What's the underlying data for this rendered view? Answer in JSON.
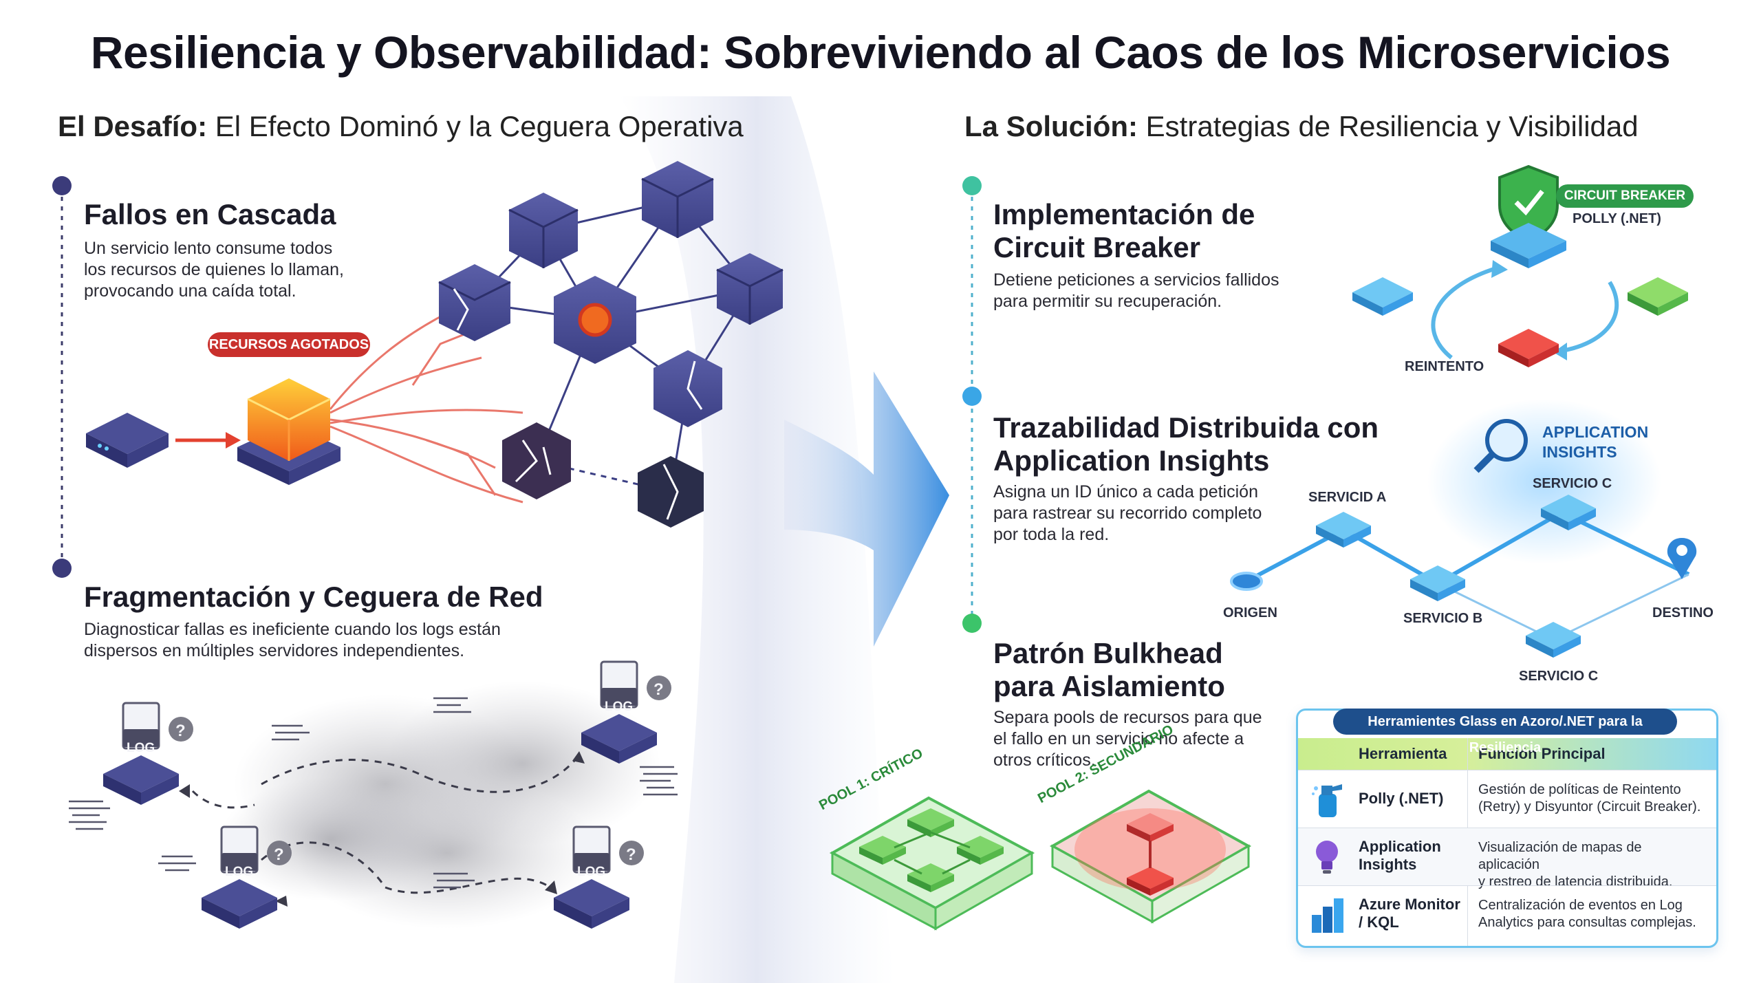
{
  "title": "Resiliencia y Observabilidad: Sobreviviendo al Caos de los Microservicios",
  "challenge": {
    "heading_bold": "El Desafío:",
    "heading_rest": " El Efecto Dominó y la Ceguera Operativa",
    "sections": [
      {
        "title": "Fallos en Cascada",
        "desc": [
          "Un servicio lento consume todos",
          "los recursos de quienes lo llaman,",
          "provocando una caída total."
        ]
      },
      {
        "title": "Fragmentación y Ceguera de Red",
        "desc": [
          "Diagnosticar fallas es ineficiente cuando los logs están",
          "dispersos en múltiples servidores independientes."
        ]
      }
    ],
    "resource_badge": "RECURSOS AGOTADOS",
    "log_label": "LOG",
    "question_mark": "?"
  },
  "solution": {
    "heading_bold": "La Solución:",
    "heading_rest": " Estrategias de Resiliencia y Visibilidad",
    "sections": [
      {
        "title": [
          "Implementación de",
          "Circuit Breaker"
        ],
        "desc": [
          "Detiene peticiones a servicios fallidos",
          "para permitir su recuperación."
        ]
      },
      {
        "title": [
          "Trazabilidad Distribuida con",
          "Application Insights"
        ],
        "desc": [
          "Asigna un ID único a cada petición",
          "para rastrear su recorrido completo",
          "por toda la red."
        ]
      },
      {
        "title": [
          "Patrón Bulkhead",
          "para Aislamiento"
        ],
        "desc": [
          "Separa pools de recursos para que",
          "el fallo en un servicio no afecte a",
          "otros críticos."
        ]
      }
    ],
    "circuit": {
      "badge": "CIRCUIT BREAKER",
      "lib": "POLLY (.NET)",
      "retry": "REINTENTO"
    },
    "trace": {
      "brand": [
        "APPLICATION",
        "INSIGHTS"
      ],
      "nodes": {
        "origin": "ORIGEN",
        "a": "SERVICID A",
        "b": "SERVICIO B",
        "c_top": "SERVICIO C",
        "c_bottom": "SERVICIO C",
        "dest": "DESTINO"
      }
    },
    "pools": {
      "pool1": "POOL 1: CRÍTICO",
      "pool2": "POOL 2: SECUNDARIO"
    },
    "table": {
      "caption": "Herramientes Glass en Azoro/.NET para la Resiliencia",
      "headers": [
        "Herramienta",
        "Función Principal"
      ],
      "rows": [
        {
          "icon": "spray-bottle-icon",
          "name": [
            "Polly (.NET)"
          ],
          "func": [
            "Gestión de políticas de Reintento",
            "(Retry) y Disyuntor (Circuit Breaker)."
          ]
        },
        {
          "icon": "lightbulb-icon",
          "name": [
            "Application",
            "Insights"
          ],
          "func": [
            "Visualización de mapas de aplicación",
            "y restreo de latencia distribuida."
          ]
        },
        {
          "icon": "bar-chart-icon",
          "name": [
            "Azure Monitor",
            "/ KQL"
          ],
          "func": [
            "Centralización de eventos en Log",
            "Analytics para consultas complejas."
          ]
        }
      ]
    }
  },
  "colors": {
    "accent_dark": "#3b3b7a",
    "accent_teal": "#3fc2a0",
    "failure_red": "#d93a2f",
    "flow_blue": "#3a9de6",
    "success_green": "#3cb24d"
  }
}
